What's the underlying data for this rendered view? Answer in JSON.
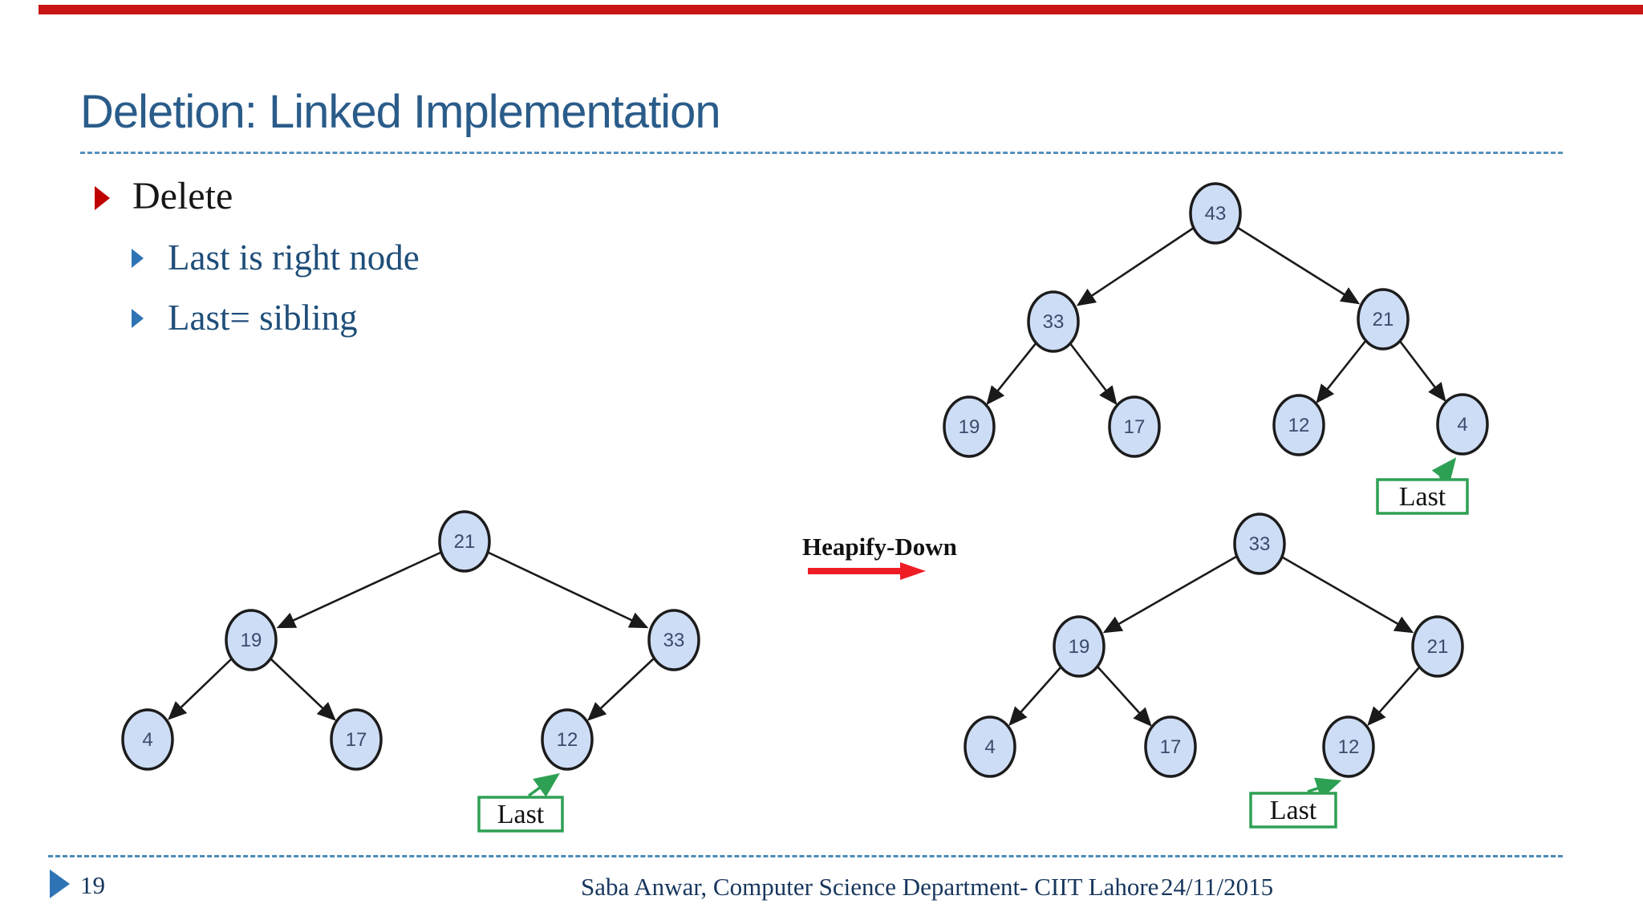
{
  "labels": {
    "last": "Last",
    "heapify_down": "Heapify-Down"
  },
  "slide": {
    "title": "Deletion: Linked Implementation",
    "bullets": {
      "level1": "Delete",
      "sub": [
        "Last is right node",
        "Last= sibling"
      ]
    }
  },
  "footer": {
    "page": "19",
    "credit": "Saba Anwar, Computer Science Department- CIIT Lahore",
    "date": "24/11/2015"
  },
  "colors": {
    "top_accent_bar": "#c81414",
    "title_blue": "#2a5c8a",
    "body_text_blue": "#1f4e79",
    "bullet_red": "#c00000",
    "bullet_blue": "#2e74b5",
    "dashed_divider_blue": "#4a8bb5",
    "node_fill": "#ceddf6",
    "node_stroke": "#1c1c1c",
    "node_text": "#3a4a6b",
    "last_box_green": "#2ea054",
    "heapify_arrow_red": "#ee1c25",
    "footer_navy": "#17365d"
  },
  "trees": [
    {
      "name": "initial-heap-last-is-right-node",
      "nodes": [
        "43",
        "33",
        "21",
        "19",
        "17",
        "12",
        "4"
      ]
    },
    {
      "name": "after-replacing-root-with-last",
      "nodes": [
        "21",
        "19",
        "33",
        "4",
        "17",
        "12"
      ]
    },
    {
      "name": "after-heapify-down",
      "nodes": [
        "33",
        "19",
        "21",
        "4",
        "17",
        "12"
      ]
    }
  ]
}
